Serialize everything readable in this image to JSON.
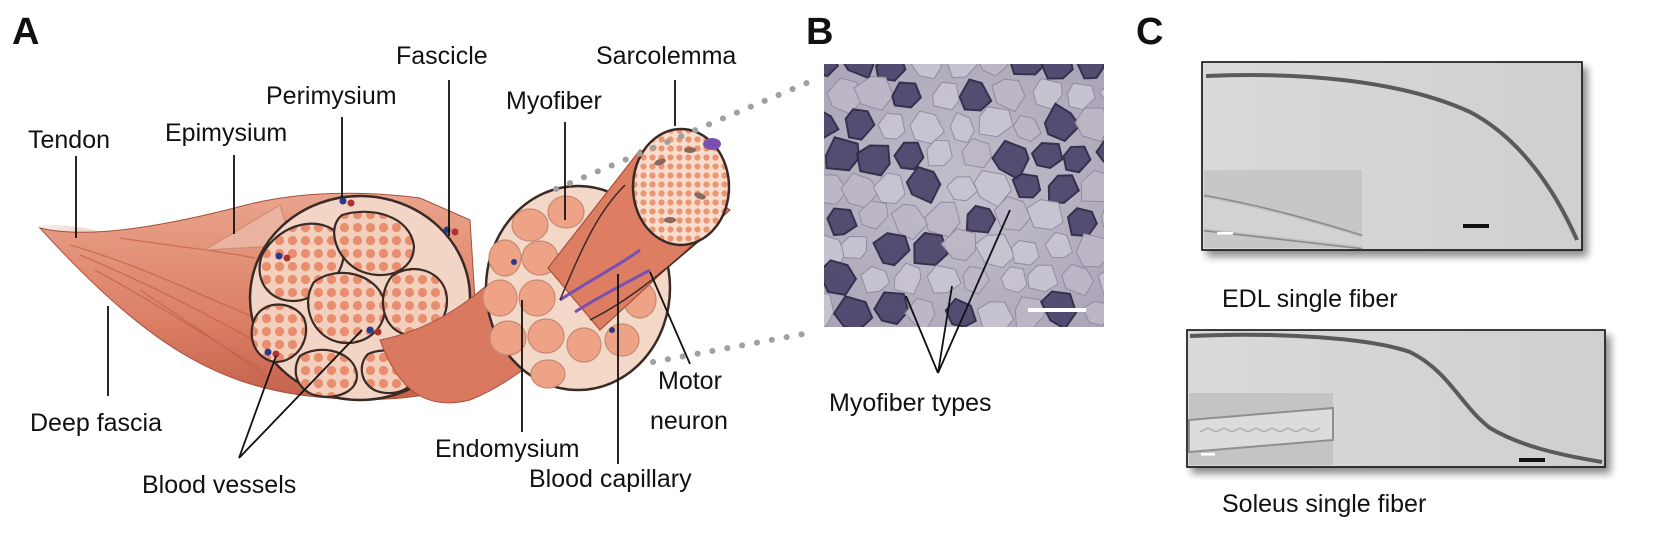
{
  "panels": {
    "a": {
      "letter": "A",
      "labels": {
        "tendon": "Tendon",
        "epimysium": "Epimysium",
        "perimysium": "Perimysium",
        "fascicle": "Fascicle",
        "myofiber": "Myofiber",
        "sarcolemma": "Sarcolemma",
        "deep_fascia": "Deep fascia",
        "blood_vessels": "Blood vessels",
        "endomysium": "Endomysium",
        "blood_capillary": "Blood capillary",
        "motor_neuron_line1": "Motor",
        "motor_neuron_line2": "neuron"
      }
    },
    "b": {
      "letter": "B",
      "labels": {
        "myofiber_types": "Myofiber types"
      }
    },
    "c": {
      "letter": "C",
      "labels": {
        "edl_single_fiber": "EDL single fiber",
        "soleus_single_fiber": "Soleus single fiber"
      }
    }
  },
  "colors": {
    "muscle": "#e2907a",
    "muscle_dark": "#b8553e",
    "fiber": "#eea689",
    "connective": "#f7e1d3",
    "outline": "#3a2a26",
    "histology_bg": "#b3adbd",
    "histology_dark": "#4a4468",
    "micrograph_bg": "#d2d2d2"
  }
}
